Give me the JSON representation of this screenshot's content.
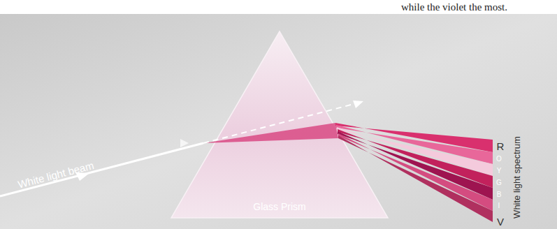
{
  "diagram": {
    "labels": [
      "while the violet the most.",
      "White light beam",
      "Glass Prism",
      "R",
      "O",
      "Y",
      "G",
      "B",
      "I",
      "V",
      "White light spectrum"
    ]
  }
}
